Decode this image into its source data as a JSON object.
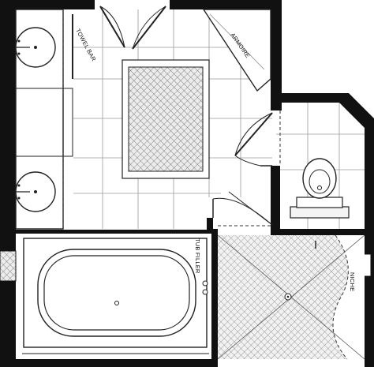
{
  "labels": {
    "towel_bar": "TOWEL BAR",
    "armoire": "ARMOIRE",
    "tub_filler": "TUB FILLER",
    "niche": "NICHE"
  },
  "colors": {
    "wall": "#111111",
    "tile_grid": "#9a9a9a",
    "hatch": "#666666",
    "rug_fill": "#e6e6e6"
  }
}
